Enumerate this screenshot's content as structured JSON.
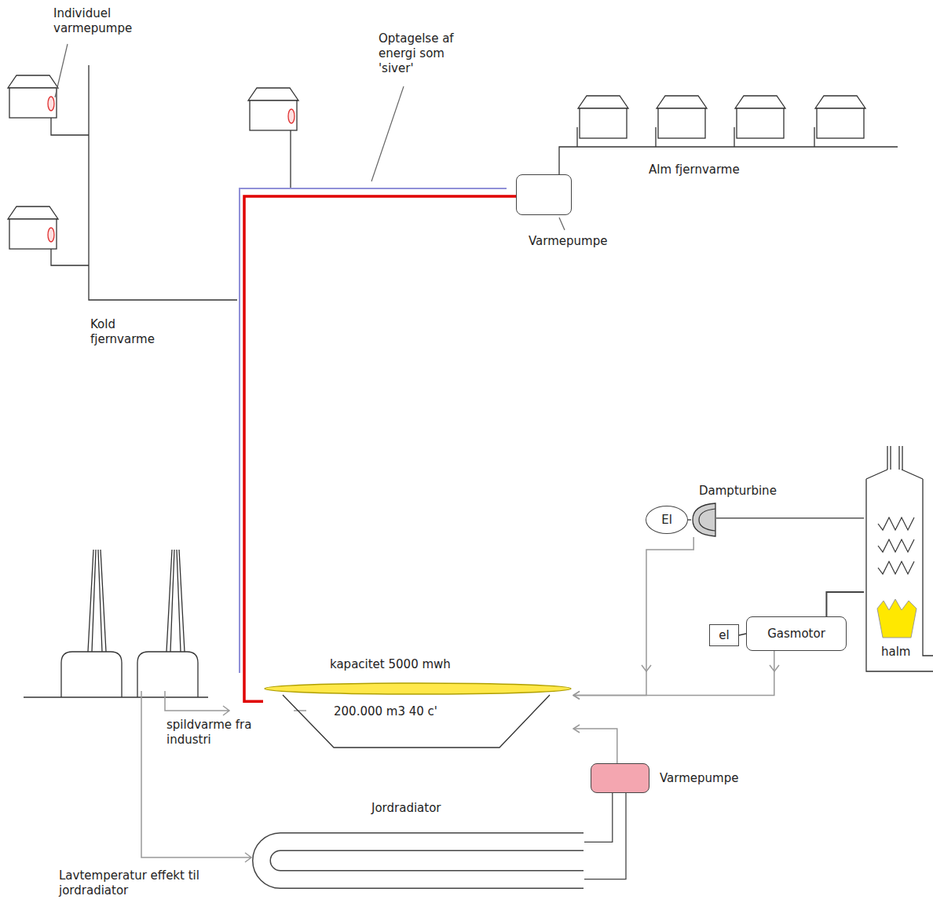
{
  "diagram": {
    "nodes": [
      {
        "text": [
          "Varmepumpe"
        ]
      },
      {
        "text": [
          "El"
        ]
      },
      {
        "text": [
          "Dampturbine"
        ]
      },
      {
        "text": [
          "el"
        ]
      },
      {
        "text": [
          "Gasmotor"
        ]
      },
      {
        "text": [
          "halm"
        ]
      },
      {
        "text": [
          "kapacitet 5000 mwh",
          "200.000 m3 40 c'"
        ]
      },
      {
        "text": [
          "Varmepumpe"
        ]
      },
      {
        "text": [
          "Jordradiator"
        ]
      }
    ],
    "edges": [
      {
        "from": 6,
        "to": 0,
        "arrow": "none"
      },
      {
        "from": 1,
        "to": 2,
        "arrow": "none"
      },
      {
        "from": 2,
        "to": 5,
        "arrow": "none"
      },
      {
        "from": 2,
        "to": 6,
        "arrow": "to"
      },
      {
        "from": 3,
        "to": 4,
        "arrow": "none"
      },
      {
        "from": 4,
        "to": 5,
        "arrow": "none"
      },
      {
        "from": 4,
        "to": 6,
        "arrow": "to"
      },
      {
        "from": 7,
        "to": 6,
        "arrow": "to"
      },
      {
        "from": 7,
        "to": 8,
        "arrow": "none"
      },
      {
        "from": 7,
        "to": 8,
        "arrow": "none"
      }
    ],
    "labels": [
      "Individuel varmepumpe",
      "Optagelse af energi som 'siver'",
      "Alm fjernvarme",
      "Kold fjernvarme",
      "spildvarme fra industri",
      "Lavtemperatur effekt til jordradiator"
    ]
  }
}
